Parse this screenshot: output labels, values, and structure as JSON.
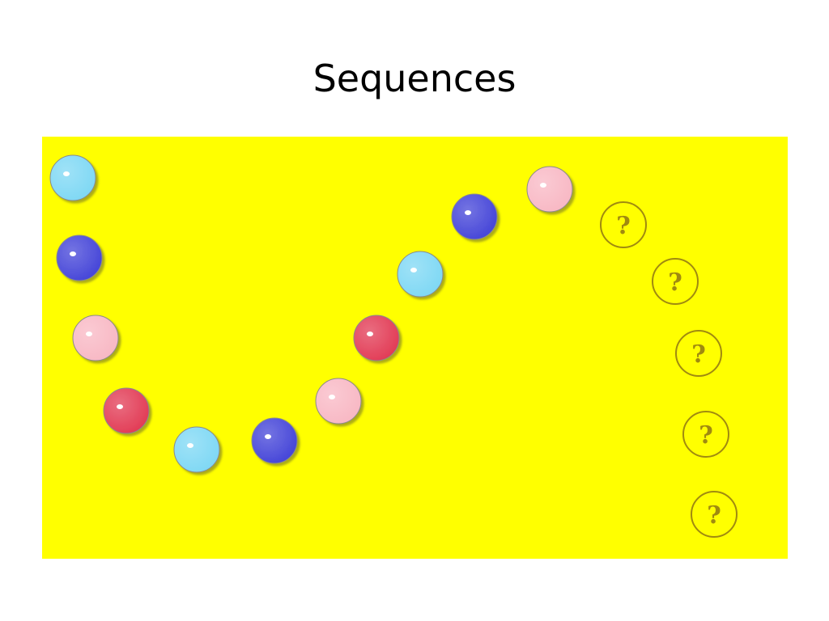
{
  "slide": {
    "title": "Sequences"
  },
  "picture": {
    "background_color": "#ffff00",
    "bead_colors": {
      "light-blue": "#7fd8f4",
      "blue": "#4646d8",
      "pink": "#f8b8c4",
      "red": "#e23c56",
      "unknown-outline": "#a08a10"
    },
    "known_sequence": [
      "light-blue",
      "blue",
      "pink",
      "red",
      "light-blue",
      "blue",
      "pink",
      "red",
      "light-blue",
      "blue",
      "pink"
    ],
    "unknown_count": 5,
    "unknown_symbol": "?"
  }
}
